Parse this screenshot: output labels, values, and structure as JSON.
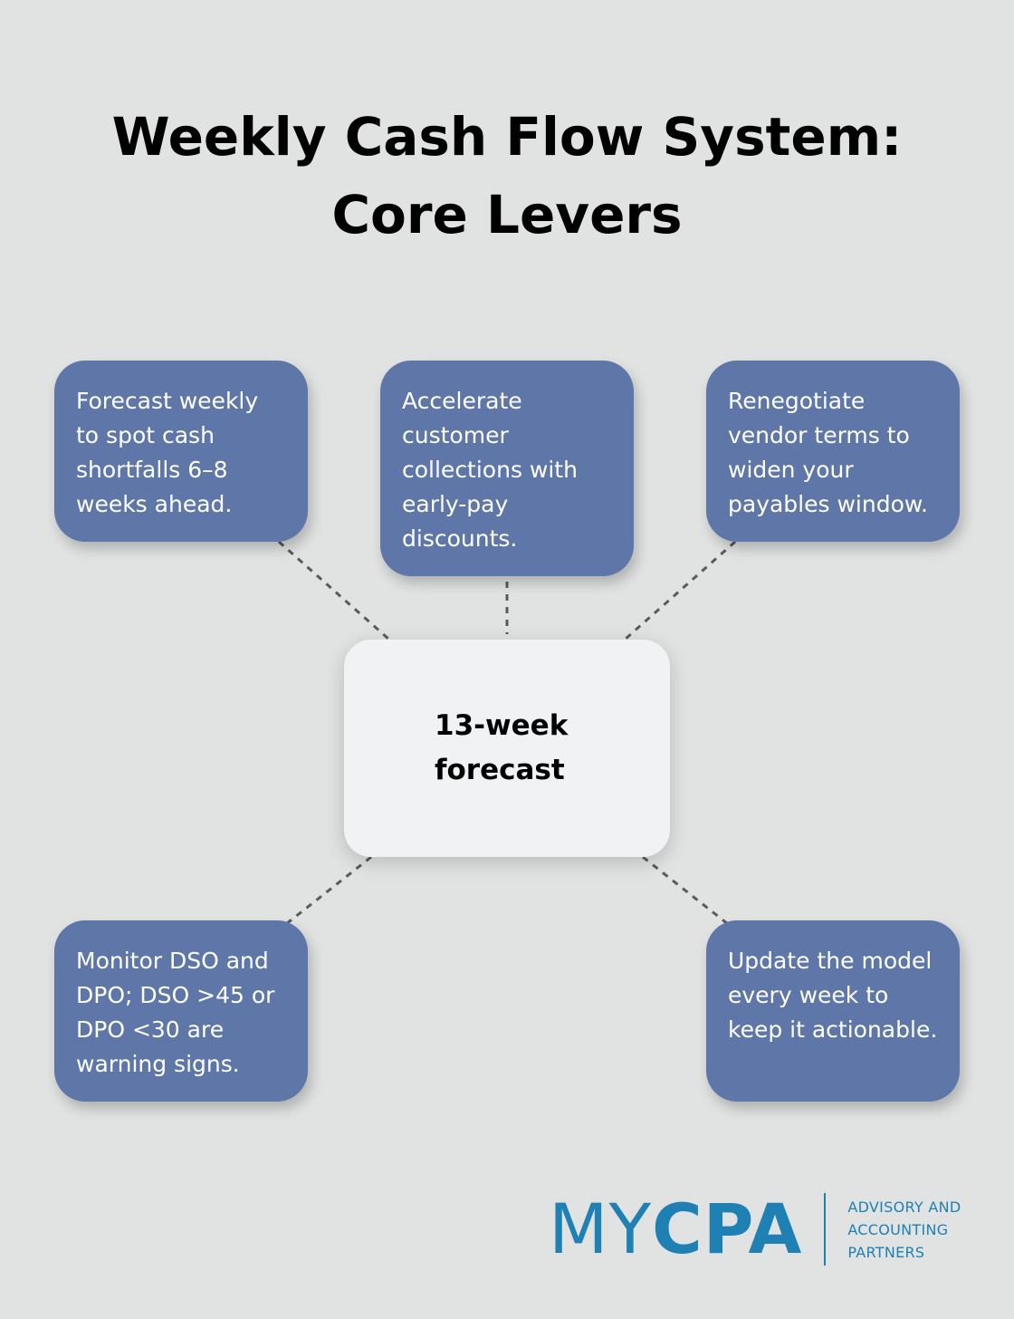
{
  "title": "Weekly Cash Flow System: Core Levers",
  "center": {
    "label": "13-week forecast"
  },
  "nodes": [
    {
      "text": "Forecast weekly to spot cash shortfalls 6–8 weeks ahead."
    },
    {
      "text": "Accelerate customer collections with early-pay discounts."
    },
    {
      "text": "Renegotiate vendor terms to widen your payables window."
    },
    {
      "text": "Monitor DSO and DPO; DSO >45 or DPO <30 are warning signs."
    },
    {
      "text": "Update the model every week to keep it actionable."
    }
  ],
  "logo": {
    "word_light": "MY",
    "word_bold": "CPA",
    "tagline_1": "ADVISORY AND",
    "tagline_2": "ACCOUNTING",
    "tagline_3": "PARTNERS"
  },
  "colors": {
    "background": "#e1e3e2",
    "node_fill": "#5e77a8",
    "center_fill": "#f1f2f4",
    "connector": "#5a5a5a",
    "brand": "#1f80b3"
  }
}
